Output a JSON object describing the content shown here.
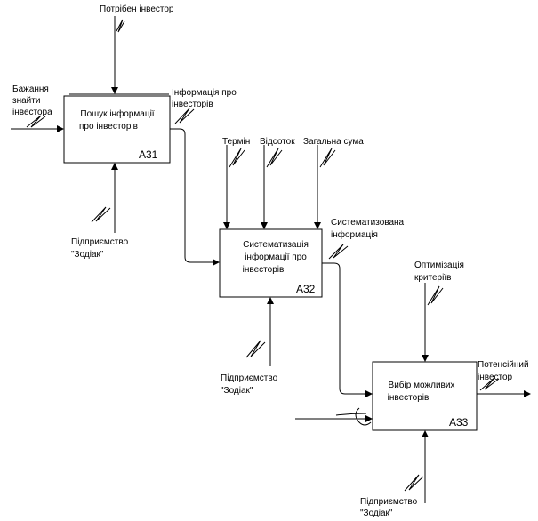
{
  "boxes": {
    "a31": {
      "title": [
        "Пошук інформації",
        "про інвесторів"
      ],
      "code": "A31"
    },
    "a32": {
      "title": [
        "Систематизація",
        "інформації про",
        "інвесторів"
      ],
      "code": "A32"
    },
    "a33": {
      "title": [
        "Вибір можливих",
        "інвесторів"
      ],
      "code": "A33"
    }
  },
  "labels": {
    "investor_needed": "Потрібен інвестор",
    "wish_line1": "Бажання",
    "wish_line2": "знайти",
    "wish_line3": "інвестора",
    "info_out_line1": "Інформація про",
    "info_out_line2": "інвесторів",
    "term": "Термін",
    "percent": "Відсоток",
    "total_sum": "Загальна сума",
    "systematized_line1": "Систематизована",
    "systematized_line2": "інформація",
    "optimization_line1": "Оптимізація",
    "optimization_line2": "критеріїв",
    "potential_line1": "Потенсійний",
    "potential_line2": "інвестор",
    "enterprise_a31_line1": "Підприємство",
    "enterprise_a31_line2": "\"Зодіак\"",
    "enterprise_a32_line1": "Підприємство",
    "enterprise_a32_line2": "\"Зодіак\"",
    "enterprise_a33_line1": "Підприємство",
    "enterprise_a33_line2": "\"Зодіак\""
  }
}
